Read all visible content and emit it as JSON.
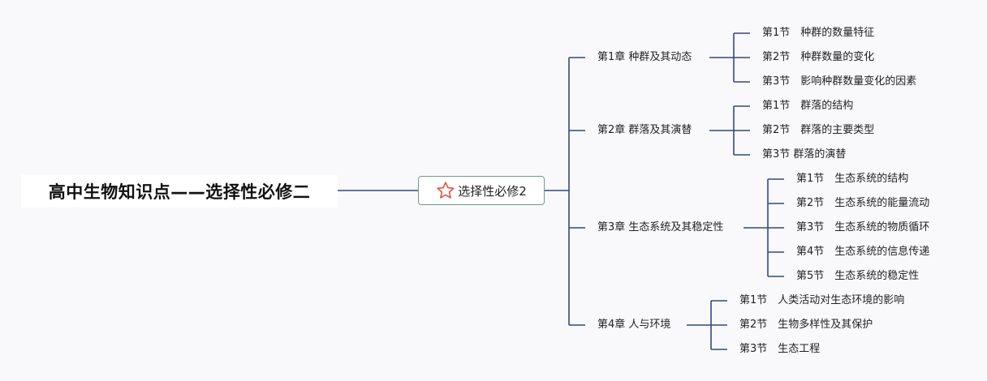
{
  "title": "高中生物知识点——选择性必修二",
  "center": {
    "label": "选择性必修2",
    "icon": "star-icon"
  },
  "colors": {
    "line": "#35497a",
    "center_border": "#6f9b8a",
    "star": "#e0533e",
    "text": "#222222"
  },
  "chapters": [
    {
      "label": "第1章 种群及其动态",
      "sections": [
        "第1节　种群的数量特征",
        "第2节　种群数量的变化",
        "第3节　影响种群数量变化的因素"
      ]
    },
    {
      "label": "第2章 群落及其演替",
      "sections": [
        "第1节　群落的结构",
        "第2节　群落的主要类型",
        "第3节 群落的演替"
      ]
    },
    {
      "label": "第3章 生态系统及其稳定性",
      "sections": [
        "第1节　生态系统的结构",
        "第2节　生态系统的能量流动",
        "第3节　生态系统的物质循环",
        "第4节　生态系统的信息传递",
        "第5节　生态系统的稳定性"
      ]
    },
    {
      "label": "第4章 人与环境",
      "sections": [
        "第1节　人类活动对生态环境的影响",
        "第2节　生物多样性及其保护",
        "第3节　生态工程"
      ]
    }
  ]
}
